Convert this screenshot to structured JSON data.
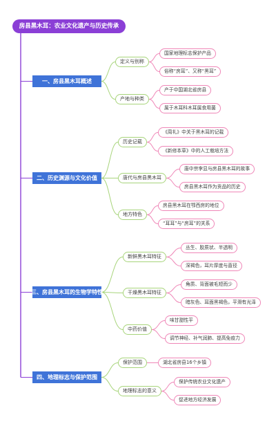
{
  "root": "房县黑木耳：农业文化遗产与历史传承",
  "sections": [
    {
      "label": "一、房县黑木耳概述",
      "children": [
        {
          "label": "定义与别称",
          "items": [
            "国家地理标志保护产品",
            "俗称“房耳”、又称“黑耳”"
          ]
        },
        {
          "label": "产地与种类",
          "items": [
            "产于中国湖北省房县",
            "属于木耳科木耳属食用菌"
          ]
        }
      ]
    },
    {
      "label": "二、历史渊源与文化价值",
      "children": [
        {
          "label": "历史记载",
          "items": [
            "《周礼》中关于黑木耳的记载",
            "《新修本草》中的人工栽培方法"
          ]
        },
        {
          "label": "唐代与房县黑木耳",
          "items": [
            "唐中宗李显与房县黑木耳的故事",
            "房县黑木耳作为贡品的历史"
          ]
        },
        {
          "label": "地方特色",
          "items": [
            "房县黑木耳在鄂西房的地位",
            "“耳耳”与“房耳”的关系"
          ]
        }
      ]
    },
    {
      "label": "三、房县黑木耳的生物学特性",
      "children": [
        {
          "label": "新鲜黑木耳特征",
          "items": [
            "丛生、胶质状、半透明",
            "深褐色，耳片厚度与直径"
          ]
        },
        {
          "label": "干燥黑木耳特征",
          "items": [
            "角质、背面被毛短而少",
            "暗灰色、耳面黑褐色，平滑有光泽"
          ]
        },
        {
          "label": "中药价值",
          "items": [
            "味甘甜性平",
            "调节神经、补气润肺、提高免疫力"
          ]
        }
      ]
    },
    {
      "label": "四、地理标志与保护范围",
      "children": [
        {
          "label": "保护范围",
          "items": [
            "湖北省房县16个乡镇"
          ]
        },
        {
          "label": "地理标志的意义",
          "items": [
            "保护传统农业文化遗产",
            "促进地方经济发展"
          ]
        }
      ]
    }
  ],
  "colors": {
    "root": "#8b3fd6",
    "level1": "#3f73d8",
    "level2_border": "#a7d47a",
    "level3_border": "#ef86b7"
  }
}
